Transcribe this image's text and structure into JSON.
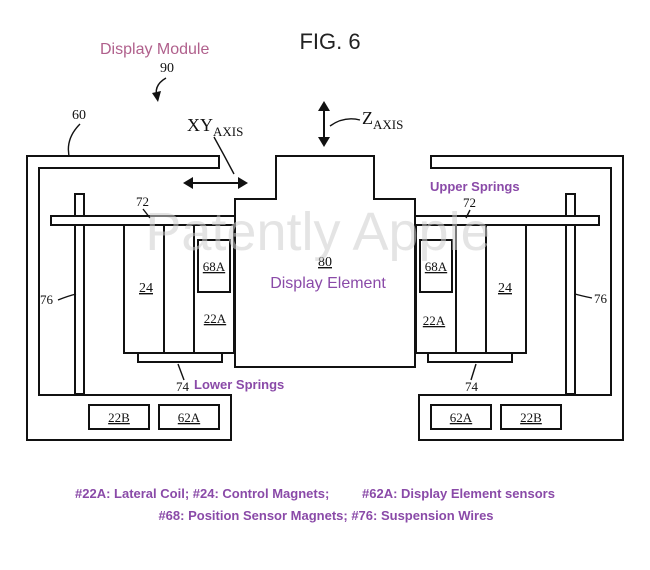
{
  "figure": {
    "title": "FIG. 6",
    "module_label": "Display Module",
    "module_ref": "90",
    "housing_ref": "60",
    "xy_axis_main": "XY",
    "xy_axis_sub": "AXIS",
    "z_axis_main": "Z",
    "z_axis_sub": "AXIS",
    "display_ref": "80",
    "display_label": "Display Element",
    "upper_springs_label": "Upper Springs",
    "lower_springs_label": "Lower Springs",
    "spring_ref_upper": "72",
    "spring_ref_lower": "74",
    "wire_ref": "76",
    "magnet_ref": "24",
    "coil_ref": "22A",
    "sensor_magnet_ref": "68A",
    "sensor_ref": "62A",
    "base_ref": "22B",
    "watermark": "Patently Apple"
  },
  "legend": {
    "line1_a": "#22A: Lateral Coil; #24: Control Magnets;",
    "line1_b": "#62A: Display Element sensors",
    "line2": "#68: Position Sensor Magnets; #76: Suspension Wires"
  },
  "colors": {
    "annotation": "#8a4aa8",
    "module_label": "#b0608c",
    "line": "#111111"
  }
}
